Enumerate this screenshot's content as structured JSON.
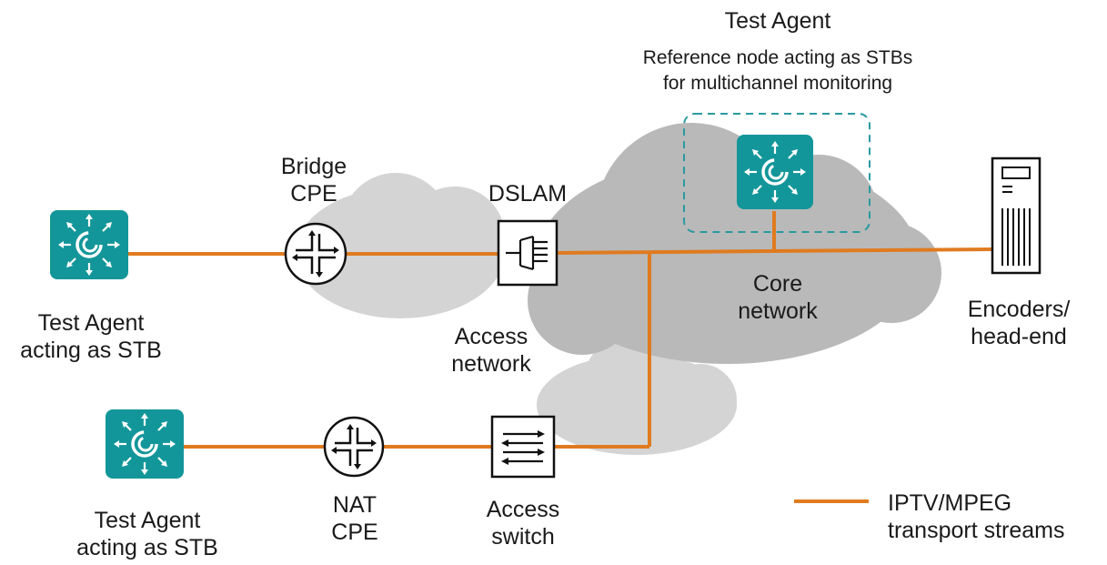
{
  "colors": {
    "stream_line": "#e07b20",
    "agent_teal": "#13969a",
    "cloud_light": "#d4d4d4",
    "cloud_dark": "#b9b9b9",
    "dashed_box": "#2a9aa0"
  },
  "labels": {
    "reference_title": "Test Agent",
    "reference_subtitle": "Reference node acting as STBs\nfor multichannel monitoring",
    "bridge_cpe": "Bridge\nCPE",
    "dslam": "DSLAM",
    "core_network": "Core\nnetwork",
    "access_network": "Access\nnetwork",
    "encoders": "Encoders/\nhead-end",
    "agent_top": "Test Agent\nacting as STB",
    "agent_bottom": "Test Agent\nacting as STB",
    "nat_cpe": "NAT\nCPE",
    "access_switch": "Access\nswitch",
    "legend": "IPTV/MPEG\ntransport streams"
  },
  "icons": {
    "agent": "test-agent-icon",
    "router": "router-icon",
    "dslam": "dslam-icon",
    "switch": "switch-icon",
    "server": "server-icon"
  }
}
